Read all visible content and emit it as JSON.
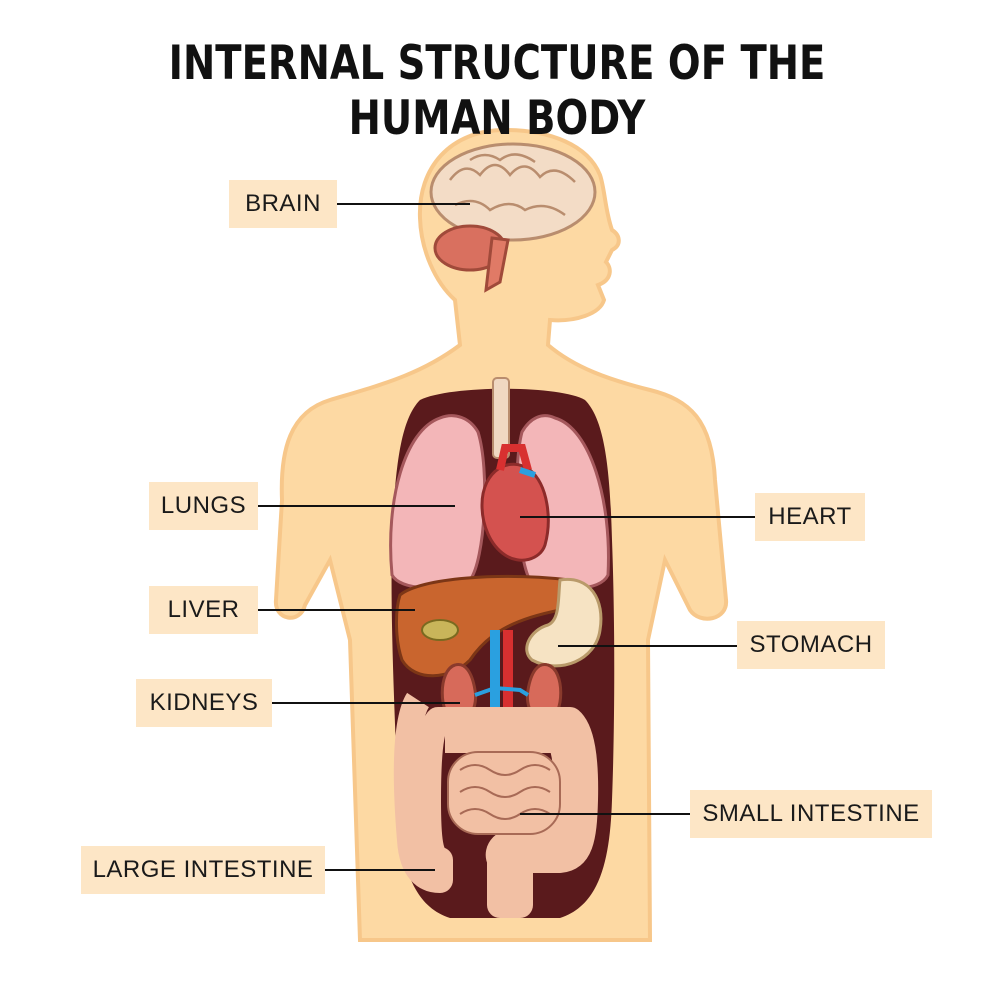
{
  "title": "INTERNAL STRUCTURE OF THE HUMAN BODY",
  "labels": {
    "brain": "BRAIN",
    "lungs": "LUNGS",
    "heart": "HEART",
    "liver": "LIVER",
    "stomach": "STOMACH",
    "kidneys": "KIDNEYS",
    "small_intestine": "SMALL INTESTINE",
    "large_intestine": "LARGE INTESTINE"
  },
  "colors": {
    "background": "#ffffff",
    "label_bg": "#fde6c6",
    "skin": "#fdd9a3",
    "cavity": "#5a1a1c",
    "lung": "#f3b6b8",
    "heart": "#d4524f",
    "liver": "#c9652e",
    "stomach": "#f6e3c3",
    "kidney": "#d76a5a",
    "intestine": "#f2c0a4",
    "vein": "#2aa0e0",
    "artery": "#d83030"
  }
}
